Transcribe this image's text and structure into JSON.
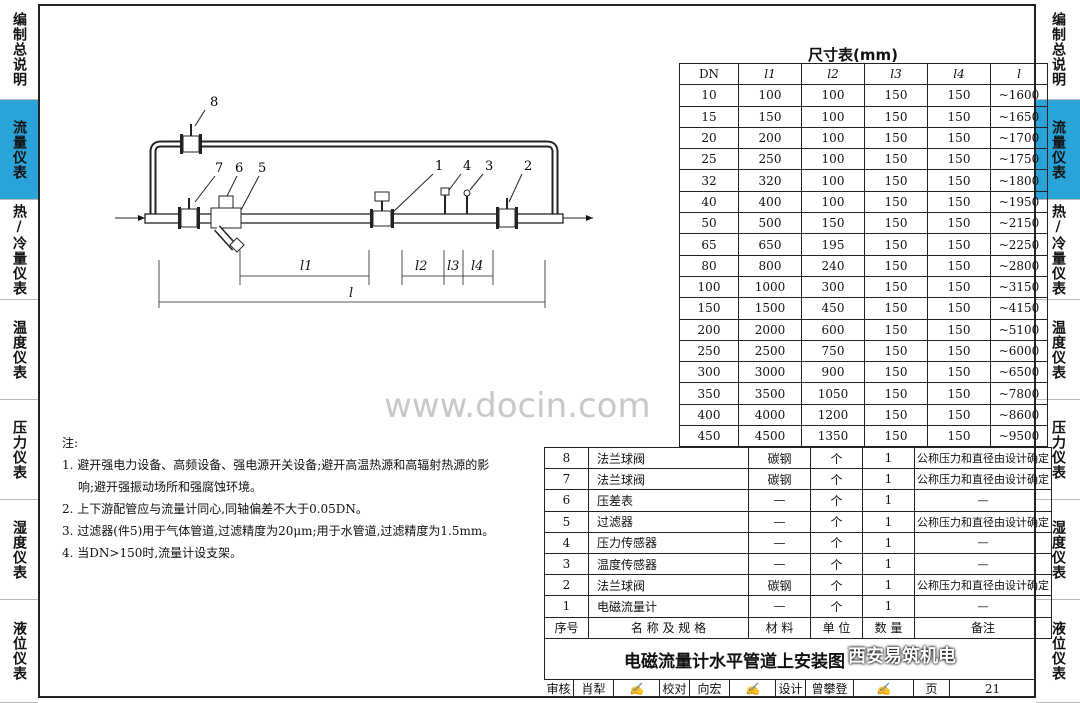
{
  "sidebar": {
    "left": [
      "编制总说明",
      "流量仪表",
      "热/冷量仪表",
      "温度仪表",
      "压力仪表",
      "湿度仪表",
      "液位仪表"
    ],
    "right": [
      "编制总说明",
      "流量仪表",
      "热/冷量仪表",
      "温度仪表",
      "压力仪表",
      "湿度仪表",
      "液位仪表"
    ],
    "active": "流量仪表"
  },
  "diagram": {
    "callouts": [
      "8",
      "7",
      "6",
      "5",
      "1",
      "4",
      "3",
      "2"
    ],
    "dims": [
      "l1",
      "l2",
      "l3",
      "l4",
      "l"
    ]
  },
  "dimension_table": {
    "title": "尺寸表(mm)",
    "headers": [
      "DN",
      "l1",
      "l2",
      "l3",
      "l4",
      "l"
    ],
    "rows": [
      [
        "10",
        "100",
        "100",
        "150",
        "150",
        "~1600"
      ],
      [
        "15",
        "150",
        "100",
        "150",
        "150",
        "~1650"
      ],
      [
        "20",
        "200",
        "100",
        "150",
        "150",
        "~1700"
      ],
      [
        "25",
        "250",
        "100",
        "150",
        "150",
        "~1750"
      ],
      [
        "32",
        "320",
        "100",
        "150",
        "150",
        "~1800"
      ],
      [
        "40",
        "400",
        "100",
        "150",
        "150",
        "~1950"
      ],
      [
        "50",
        "500",
        "150",
        "150",
        "150",
        "~2150"
      ],
      [
        "65",
        "650",
        "195",
        "150",
        "150",
        "~2250"
      ],
      [
        "80",
        "800",
        "240",
        "150",
        "150",
        "~2800"
      ],
      [
        "100",
        "1000",
        "300",
        "150",
        "150",
        "~3150"
      ],
      [
        "150",
        "1500",
        "450",
        "150",
        "150",
        "~4150"
      ],
      [
        "200",
        "2000",
        "600",
        "150",
        "150",
        "~5100"
      ],
      [
        "250",
        "2500",
        "750",
        "150",
        "150",
        "~6000"
      ],
      [
        "300",
        "3000",
        "900",
        "150",
        "150",
        "~6500"
      ],
      [
        "350",
        "3500",
        "1050",
        "150",
        "150",
        "~7800"
      ],
      [
        "400",
        "4000",
        "1200",
        "150",
        "150",
        "~8600"
      ],
      [
        "450",
        "4500",
        "1350",
        "150",
        "150",
        "~9500"
      ]
    ]
  },
  "notes": {
    "heading": "注:",
    "items": [
      "1. 避开强电力设备、高频设备、强电源开关设备;避开高温热源和高辐射热源的影响;避开强振动场所和强腐蚀环境。",
      "2. 上下游配管应与流量计同心,同轴偏差不大于0.05DN。",
      "3. 过滤器(件5)用于气体管道,过滤精度为20μm;用于水管道,过滤精度为1.5mm。",
      "4. 当DN>150时,流量计设支架。"
    ]
  },
  "bom": {
    "rows": [
      [
        "8",
        "法兰球阀",
        "碳钢",
        "个",
        "1",
        "公称压力和直径由设计确定"
      ],
      [
        "7",
        "法兰球阀",
        "碳钢",
        "个",
        "1",
        "公称压力和直径由设计确定"
      ],
      [
        "6",
        "压差表",
        "—",
        "个",
        "1",
        "—"
      ],
      [
        "5",
        "过滤器",
        "—",
        "个",
        "1",
        "公称压力和直径由设计确定"
      ],
      [
        "4",
        "压力传感器",
        "—",
        "个",
        "1",
        "—"
      ],
      [
        "3",
        "温度传感器",
        "—",
        "个",
        "1",
        "—"
      ],
      [
        "2",
        "法兰球阀",
        "碳钢",
        "个",
        "1",
        "公称压力和直径由设计确定"
      ],
      [
        "1",
        "电磁流量计",
        "—",
        "个",
        "1",
        "—"
      ]
    ],
    "header": [
      "序号",
      "名 称 及 规 格",
      "材 料",
      "单 位",
      "数 量",
      "备注"
    ]
  },
  "title_block": {
    "title": "电磁流量计水平管道上安装图",
    "review_label": "审核",
    "review_name": "肖犁",
    "check_label": "校对",
    "check_name": "向宏",
    "design_label": "设计",
    "design_name": "曾攀登",
    "page_label": "页",
    "page_number": "21"
  },
  "watermark": "www.docin.com",
  "wechat_mark": "西安易筑机电"
}
